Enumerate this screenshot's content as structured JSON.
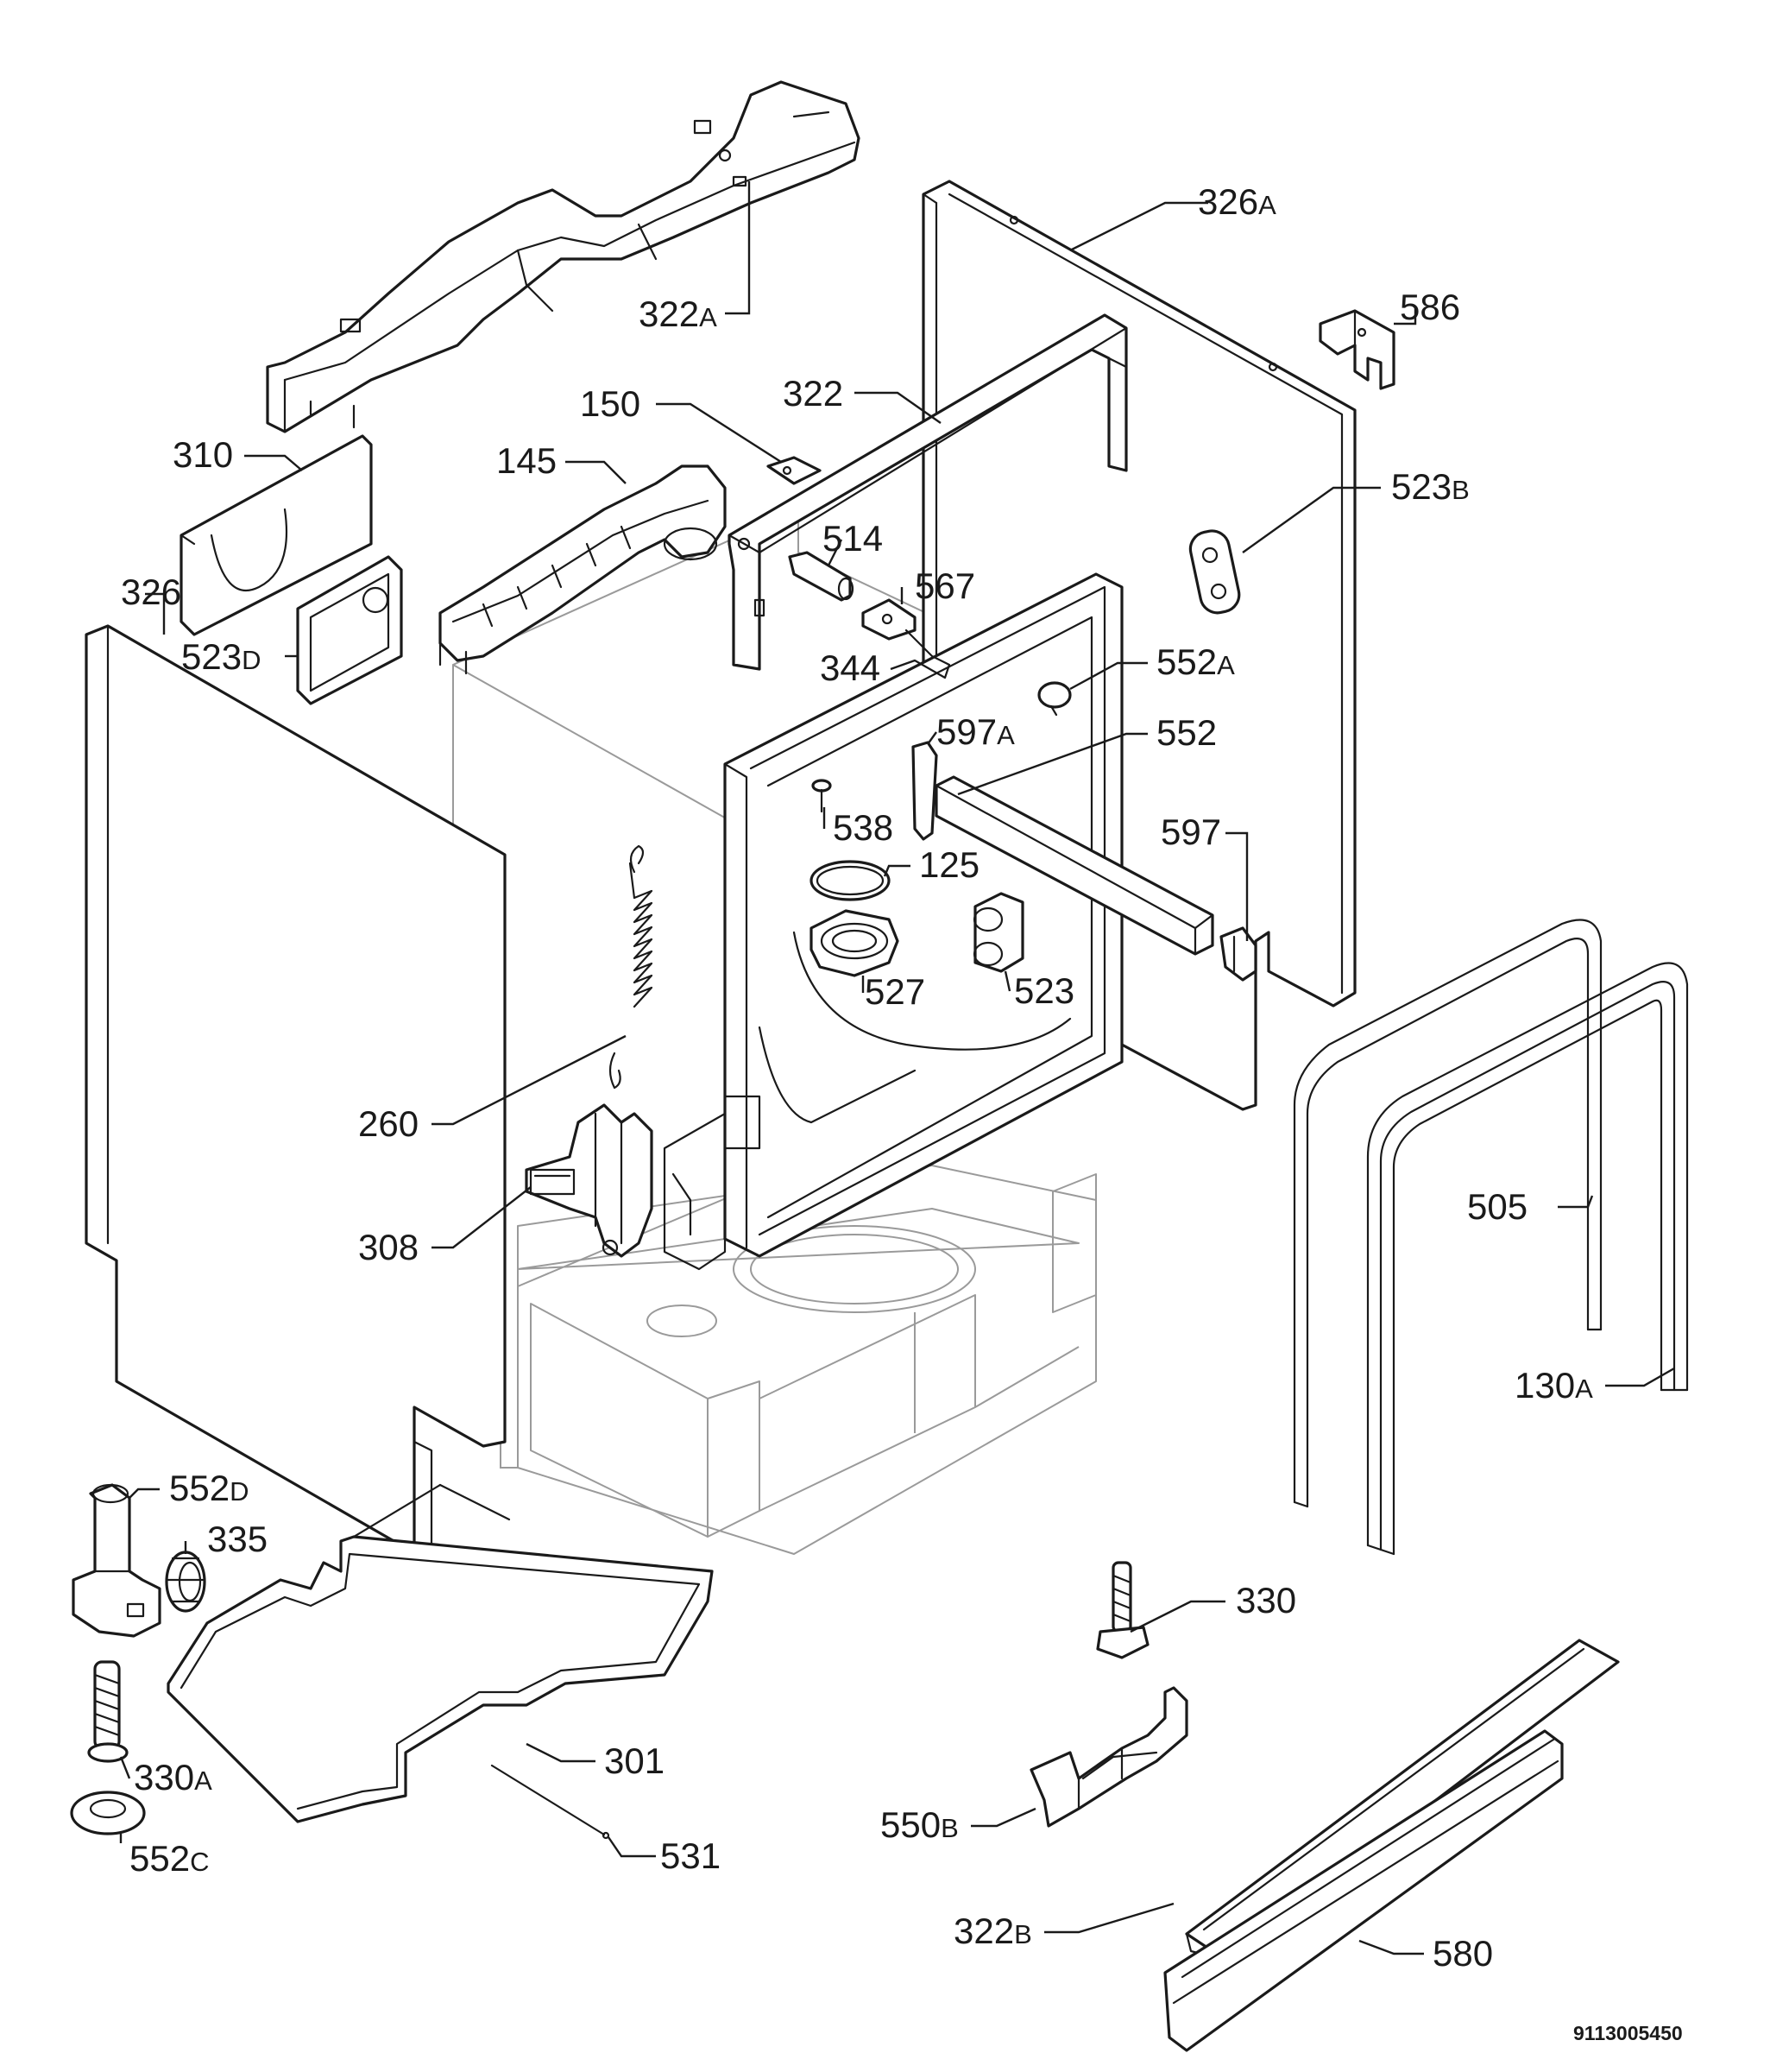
{
  "diagram_code": "9113005450",
  "labels": [
    {
      "id": "322A",
      "num": "322",
      "suffix": "A"
    },
    {
      "id": "326A",
      "num": "326",
      "suffix": "A"
    },
    {
      "id": "586",
      "num": "586",
      "suffix": ""
    },
    {
      "id": "150",
      "num": "150",
      "suffix": ""
    },
    {
      "id": "322",
      "num": "322",
      "suffix": ""
    },
    {
      "id": "310",
      "num": "310",
      "suffix": ""
    },
    {
      "id": "145",
      "num": "145",
      "suffix": ""
    },
    {
      "id": "523B",
      "num": "523",
      "suffix": "B"
    },
    {
      "id": "514",
      "num": "514",
      "suffix": ""
    },
    {
      "id": "326",
      "num": "326",
      "suffix": ""
    },
    {
      "id": "567",
      "num": "567",
      "suffix": ""
    },
    {
      "id": "523D",
      "num": "523",
      "suffix": "D"
    },
    {
      "id": "344",
      "num": "344",
      "suffix": ""
    },
    {
      "id": "552A",
      "num": "552",
      "suffix": "A"
    },
    {
      "id": "597A",
      "num": "597",
      "suffix": "A"
    },
    {
      "id": "552",
      "num": "552",
      "suffix": ""
    },
    {
      "id": "538",
      "num": "538",
      "suffix": ""
    },
    {
      "id": "597",
      "num": "597",
      "suffix": ""
    },
    {
      "id": "125",
      "num": "125",
      "suffix": ""
    },
    {
      "id": "527",
      "num": "527",
      "suffix": ""
    },
    {
      "id": "523",
      "num": "523",
      "suffix": ""
    },
    {
      "id": "260",
      "num": "260",
      "suffix": ""
    },
    {
      "id": "505",
      "num": "505",
      "suffix": ""
    },
    {
      "id": "308",
      "num": "308",
      "suffix": ""
    },
    {
      "id": "130A",
      "num": "130",
      "suffix": "A"
    },
    {
      "id": "552D",
      "num": "552",
      "suffix": "D"
    },
    {
      "id": "335",
      "num": "335",
      "suffix": ""
    },
    {
      "id": "330",
      "num": "330",
      "suffix": ""
    },
    {
      "id": "301",
      "num": "301",
      "suffix": ""
    },
    {
      "id": "330A",
      "num": "330",
      "suffix": "A"
    },
    {
      "id": "550B",
      "num": "550",
      "suffix": "B"
    },
    {
      "id": "531",
      "num": "531",
      "suffix": ""
    },
    {
      "id": "552C",
      "num": "552",
      "suffix": "C"
    },
    {
      "id": "322B",
      "num": "322",
      "suffix": "B"
    },
    {
      "id": "580",
      "num": "580",
      "suffix": ""
    }
  ]
}
